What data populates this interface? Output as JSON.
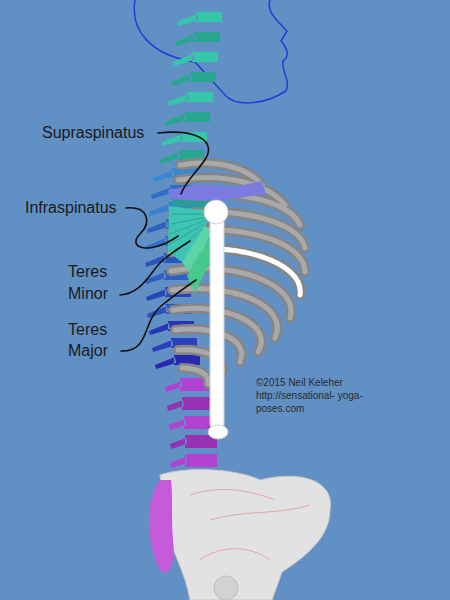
{
  "diagram": {
    "labels": [
      "Supraspinatus",
      "Infraspinatus",
      "Teres Minor",
      "Teres Major",
      "©2015 Neil Keleher http://sensational- yoga-poses.com"
    ]
  }
}
